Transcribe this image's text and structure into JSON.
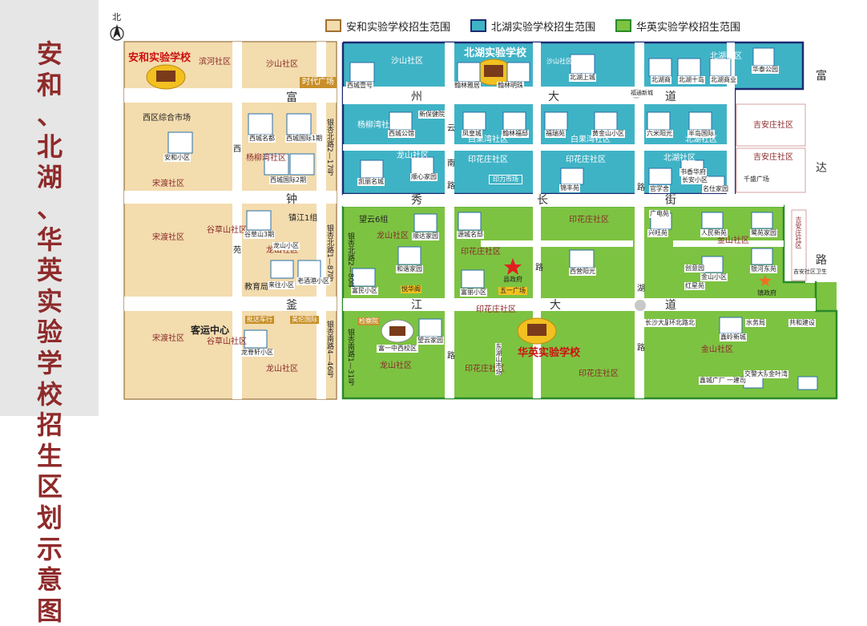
{
  "title": "安和、北湖、华英实验学校招生区划示意图",
  "north": "北",
  "legend": [
    {
      "label": "安和实验学校招生范围",
      "color": "#f3dcae",
      "border": "#a07030"
    },
    {
      "label": "北湖实验学校招生范围",
      "color": "#3fb3c6",
      "border": "#1c2a70"
    },
    {
      "label": "华英实验学校招生范围",
      "color": "#7dc342",
      "border": "#2a8a2a"
    }
  ],
  "schools": {
    "anhe": "安和实验学校",
    "beihu": "北湖实验学校",
    "huaying": "华英实验学校"
  },
  "roads": {
    "fuzhou": [
      "富",
      "州",
      "大",
      "道"
    ],
    "xiuzhong": [
      "钟",
      "秀",
      "长",
      "街"
    ],
    "fujiang": [
      "釜",
      "江",
      "大",
      "道"
    ],
    "fuda": [
      "富",
      "达",
      "路"
    ],
    "xi": [
      "西"
    ],
    "yuan": [
      "苑"
    ],
    "yunnan": [
      "云",
      "南",
      "路"
    ],
    "hu": [
      "湖"
    ],
    "lu_labels": [
      "路",
      "路",
      "路",
      "路"
    ],
    "yinxing_n1": "银杏北路2—17号",
    "yinxing_n2": "银杏北路2—80号",
    "yinxing_m": "银杏北路1—87号",
    "yinxing_s1": "银杏南路4—46号",
    "yinxing_s2": "银杏南路1—31号"
  },
  "labels": {
    "anhe": [
      "滨河社区",
      "沙山社区",
      "西区综合市场",
      "杨柳湾社区",
      "宋渡社区",
      "宋渡社区",
      "谷草山社区",
      "镇江1组",
      "龙山社区",
      "教育局",
      "宋渡社区",
      "谷草山社区",
      "客运中心",
      "龙山社区",
      "时代广场"
    ],
    "buildings_anhe": [
      "西城名都",
      "西城国际1期",
      "安和小区",
      "西城国际2期",
      "谷草山3期",
      "龙山小区",
      "来往小区",
      "老酒港小区",
      "龙脊轩小区"
    ],
    "shops_anhe": [
      "批达车行",
      "美伦国际"
    ],
    "beihu": [
      "沙山社区",
      "沙山社区",
      "北湖社区",
      "杨柳湾社区",
      "白果湾社区",
      "白果湾社区",
      "北湖社区",
      "龙山社区",
      "印花庄社区",
      "印花庄社区",
      "北湖社区"
    ],
    "buildings_beihu": [
      "西城壹号",
      "翰林雅居",
      "翰林明珠",
      "北湖上城",
      "北湖商",
      "北湖十岛",
      "北湖商业",
      "华泰公园",
      "西城公馆",
      "凤皇城",
      "翰林福邸",
      "福瑞苑",
      "黄金山小区",
      "六米阳光",
      "半岛国际",
      "凯丽名城",
      "顺心家园",
      "印力市场",
      "锦丰苑",
      "长安小区",
      "书香华府",
      "官学舍",
      "名仕家园",
      "新保健院",
      "福通新城"
    ],
    "huaying": [
      "龙山社区",
      "印花庄社区",
      "印花庄社区",
      "印花庄社区",
      "金山社区",
      "龙山社区",
      "印花庄社区",
      "金山社区",
      "印花庄社区",
      "吉安庄社区",
      "吉安庄社区",
      "吉安庄社区",
      "望云6组"
    ],
    "buildings_huaying": [
      "顺达家园",
      "源城名邸",
      "和谐家园",
      "富民小区",
      "富丽小区",
      "西营阳光",
      "人民新苑",
      "金山小区",
      "鹭苑家园",
      "银河东苑",
      "富一中西校区",
      "望云家园",
      "悦华阁",
      "鑫岭新城",
      "兴旺苑",
      "红星苑",
      "创意园",
      "广电苑",
      "长沙大厦",
      "环北路北",
      "水务局",
      "共和建设",
      "鑫城广厂",
      "一建司",
      "交警大队",
      "金叶湾"
    ],
    "misc": [
      "县政府",
      "镇政府",
      "东湖山市场",
      "检察院",
      "五一广场",
      "富一中西校区",
      "千盛广场",
      "吉安社区卫生"
    ]
  }
}
